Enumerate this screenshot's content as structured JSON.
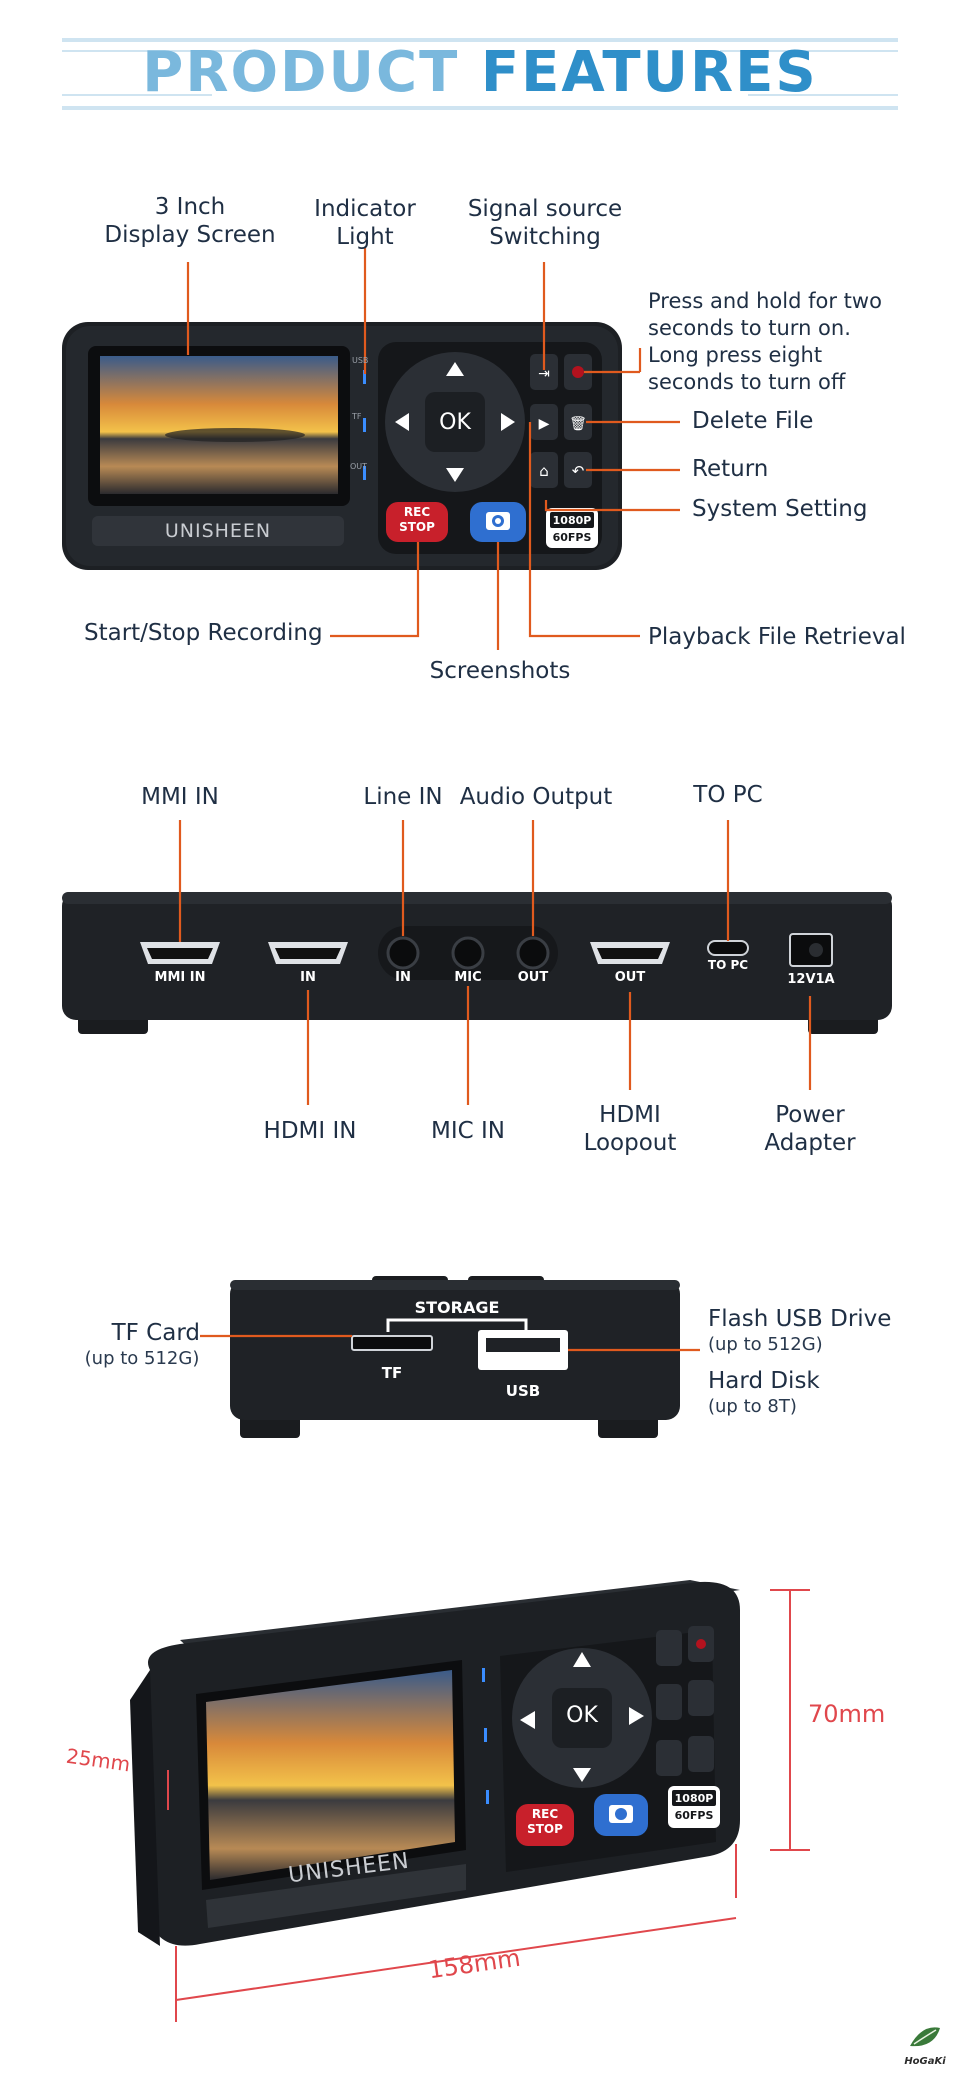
{
  "header": {
    "title_part1": "PRODUCT",
    "title_part2": "FEATURES"
  },
  "front": {
    "brand": "UNISHEEN",
    "ok": "OK",
    "rec_line1": "REC",
    "rec_line2": "STOP",
    "badge_line1": "1080P",
    "badge_line2": "60FPS",
    "side_marks": [
      "USB",
      "TF",
      "OUT"
    ],
    "labels": {
      "display_l1": "3 Inch",
      "display_l2": "Display Screen",
      "indicator_l1": "Indicator",
      "indicator_l2": "Light",
      "signal_l1": "Signal source",
      "signal_l2": "Switching",
      "power_l1": "Press and hold for two",
      "power_l2": "seconds to turn on.",
      "power_l3": "Long press eight",
      "power_l4": "seconds to turn off",
      "delete": "Delete File",
      "return": "Return",
      "system": "System Setting",
      "start_stop": "Start/Stop Recording",
      "playback": "Playback File Retrieval",
      "screenshots": "Screenshots"
    }
  },
  "rear": {
    "top_labels": {
      "mmi": "MMI IN",
      "line": "Line IN",
      "audio": "Audio Output",
      "topc": "TO PC"
    },
    "port_labels": {
      "mmi": "MMI IN",
      "hdmi_in": "IN",
      "in": "IN",
      "mic": "MIC",
      "out": "OUT",
      "hdmi_out": "OUT",
      "topc": "TO PC",
      "power": "12V1A"
    },
    "bottom_labels": {
      "hdmi_in": "HDMI IN",
      "mic_in": "MIC IN",
      "loop_l1": "HDMI",
      "loop_l2": "Loopout",
      "power_l1": "Power",
      "power_l2": "Adapter"
    }
  },
  "storage": {
    "group_label": "STORAGE",
    "tf_port": "TF",
    "usb_port": "USB",
    "tf_card": "TF Card",
    "tf_sub": "(up to 512G)",
    "flash": "Flash USB Drive",
    "flash_sub": "(up to 512G)",
    "hdd": "Hard Disk",
    "hdd_sub": "(up to 8T)"
  },
  "dimensions": {
    "height": "70mm",
    "depth": "25mm",
    "width": "158mm",
    "brand": "UNISHEEN",
    "ok": "OK",
    "rec_line1": "REC",
    "rec_line2": "STOP",
    "badge_line1": "1080P",
    "badge_line2": "60FPS"
  },
  "watermark": {
    "text": "HoGaKi"
  },
  "colors": {
    "title_light": "#7ab8dd",
    "title_dark": "#2f8fc9",
    "callout": "#e05a1e",
    "dimension": "#e0474c",
    "device": "#1d2024",
    "rec": "#c8202b",
    "camera": "#2f6fd0"
  }
}
